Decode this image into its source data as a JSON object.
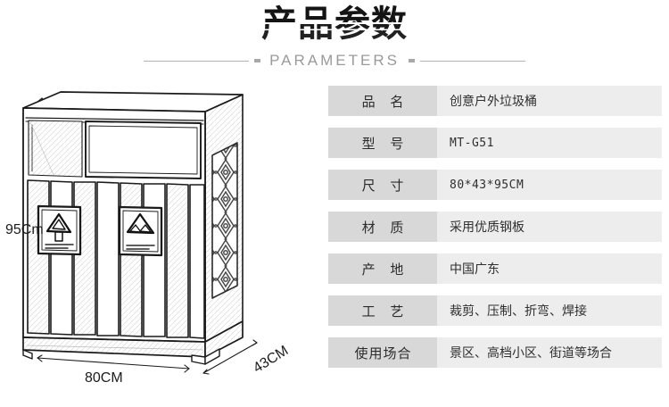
{
  "header": {
    "title": "产品参数",
    "subtitle": "PARAMETERS"
  },
  "colors": {
    "page_background": "#ffffff",
    "title_text": "#161616",
    "subtitle_text": "#9a9a9a",
    "divider_line": "#b4b4b4",
    "label_cell_background": "#d8d8d8",
    "value_cell_background": "#ededed",
    "cell_text": "#2b2b2b",
    "drawing_line": "#1a1a1a"
  },
  "spec_table": {
    "rows": [
      {
        "label": "品  名",
        "value": "创意户外垃圾桶",
        "mono": false,
        "tight": false
      },
      {
        "label": "型  号",
        "value": "MT-G51",
        "mono": true,
        "tight": false
      },
      {
        "label": "尺  寸",
        "value": "80*43*95CM",
        "mono": true,
        "tight": false
      },
      {
        "label": "材  质",
        "value": "采用优质钢板",
        "mono": false,
        "tight": false
      },
      {
        "label": "产  地",
        "value": "中国广东",
        "mono": false,
        "tight": false
      },
      {
        "label": "工  艺",
        "value": "裁剪、压制、折弯、焊接",
        "mono": false,
        "tight": false
      },
      {
        "label": "使用场合",
        "value": "景区、高档小区、街道等场合",
        "mono": false,
        "tight": true
      }
    ]
  },
  "drawing": {
    "alt": "创意户外垃圾桶线稿图",
    "dimensions": {
      "height_label": "95Cm",
      "width_label": "80CM",
      "depth_label": "43CM"
    },
    "signs": [
      {
        "name": "recycle-sign-left",
        "symbol": "recycling-triangle-icon"
      },
      {
        "name": "recycle-sign-right",
        "symbol": "recycling-triangle-icon"
      }
    ],
    "features": {
      "slat_count": 8,
      "top_panel": "billboard-panel",
      "side_panel": "ornamental-lattice"
    }
  }
}
